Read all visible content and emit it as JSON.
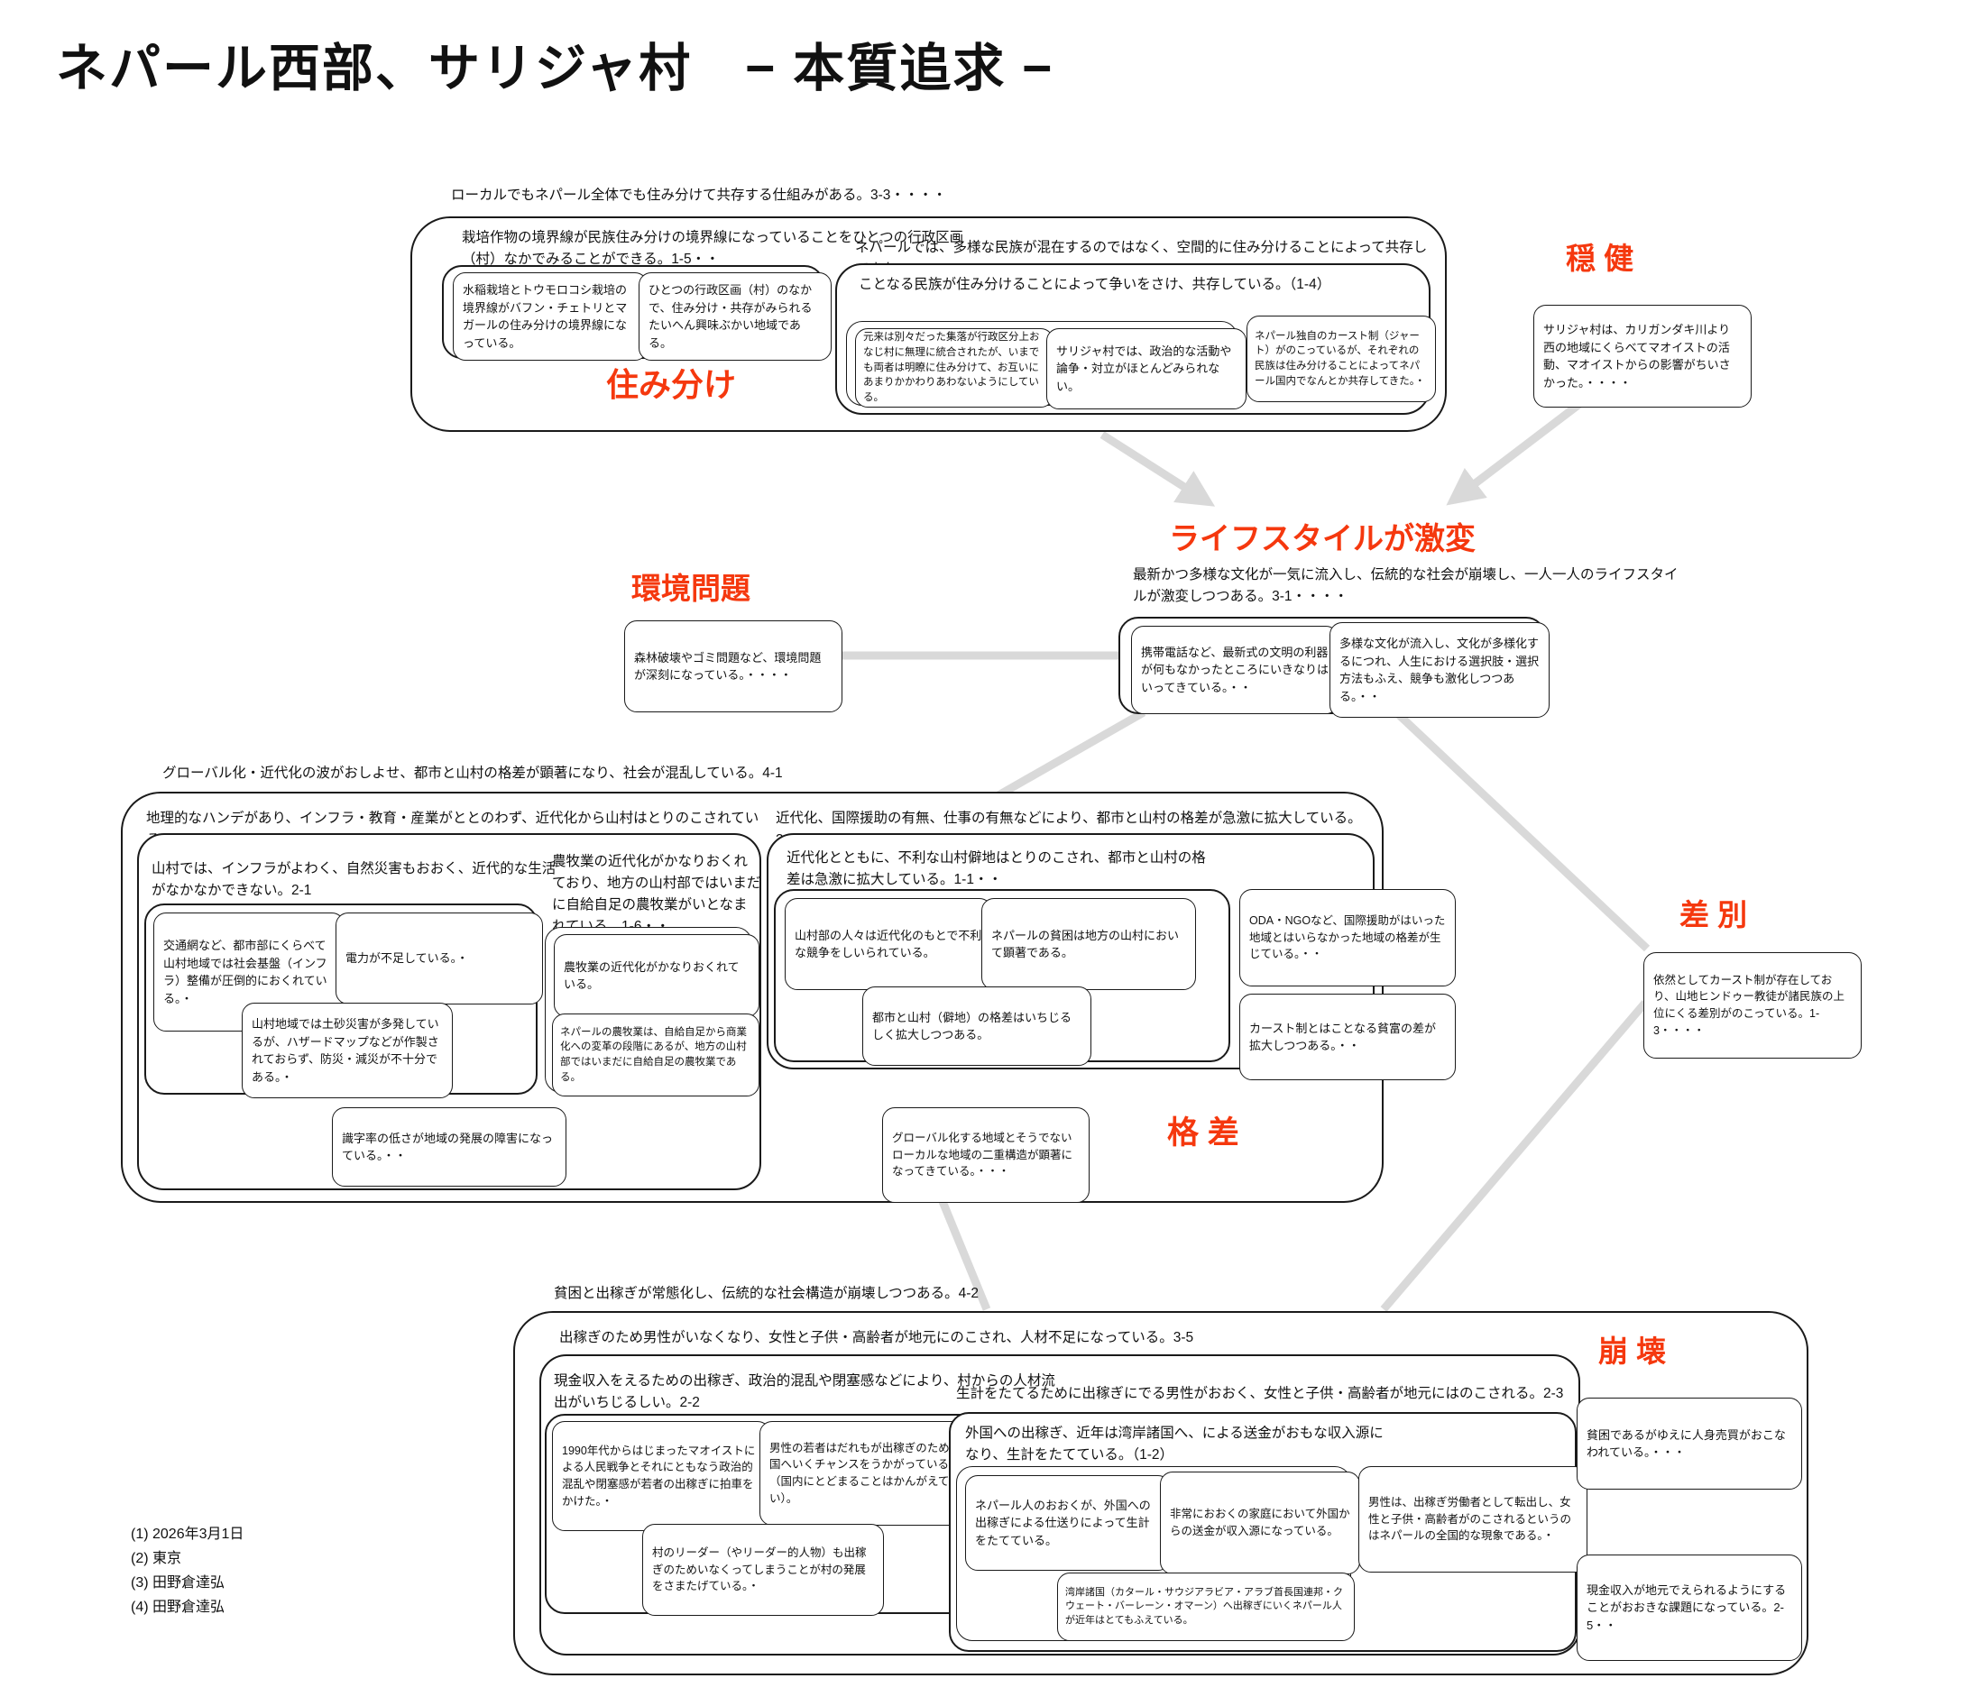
{
  "title": "ネパール西部、サリジャ村　− 本質追求 −",
  "colors": {
    "accent": "#f5380e",
    "connector": "#d9d9d9",
    "border": "#1a1a1a",
    "background": "#ffffff"
  },
  "red_labels": {
    "sumiwake": "住み分け",
    "onken": "穏 健",
    "lifestyle": "ライフスタイルが激変",
    "kankyo": "環境問題",
    "kakusa": "格 差",
    "sabetsu": "差 別",
    "hokai": "崩 壊"
  },
  "coexist": {
    "caption": "ローカルでもネパール全体でも住み分けて共存する仕組みがある。3-3・・・・",
    "crops": {
      "caption": "栽培作物の境界線が民族住み分けの境界線になっていることをひとつの行政区画（村）なかでみることができる。1-5・・",
      "cards": [
        "水稲栽培とトウモロコシ栽培の境界線がバフン・チェトリとマガールの住み分けの境界線になっている。",
        "ひとつの行政区画（村）のなかで、住み分け・共存がみられるたいへん興味ぶかい地域である。"
      ]
    },
    "nepal": {
      "caption": "ネパールでは、多様な民族が混在するのではなく、空間的に住み分けることによって共存してきた。2-4",
      "separation": {
        "caption": "ことなる民族が住み分けることによって争いをさけ、共存している。（1-4）",
        "cards": [
          "元来は別々だった集落が行政区分上おなじ村に無理に統合されたが、いまでも両者は明瞭に住み分けて、お互いにあまりかかわりあわないようにしている。",
          "サリジャ村では、政治的な活動や論争・対立がほとんどみられない。"
        ]
      },
      "caste_card": "ネパール独自のカースト制（ジャート）がのこっているが、それぞれの民族は住み分けることによってネパール国内でなんとか共存してきた。・"
    }
  },
  "moderate": {
    "card": "サリジャ村は、カリガンダキ川より西の地域にくらべてマオイストの活動、マオイストからの影響がちいさかった。・・・・"
  },
  "lifestyle": {
    "caption": "最新かつ多様な文化が一気に流入し、伝統的な社会が崩壊し、一人一人のライフスタイルが激変しつつある。3-1・・・・",
    "cards": [
      "携帯電話など、最新式の文明の利器が何もなかったところにいきなりはいってきている。・・",
      "多様な文化が流入し、文化が多様化するにつれ、人生における選択肢・選択方法もふえ、競争も激化しつつある。・・"
    ]
  },
  "environment": {
    "card": "森林破壊やゴミ問題など、環境問題が深刻になっている。・・・・"
  },
  "gap": {
    "caption": "グローバル化・近代化の波がおしよせ、都市と山村の格差が顕著になり、社会が混乱している。4-1",
    "mountain": {
      "caption": "地理的なハンデがあり、インフラ・教育・産業がととのわず、近代化から山村はとりのこされている。3-4",
      "infra": {
        "caption": "山村では、インフラがよわく、自然災害もおおく、近代的な生活がなかなかできない。2-1",
        "cards": [
          "交通網など、都市部にくらべて山村地域では社会基盤（インフラ）整備が圧倒的におくれている。・",
          "電力が不足している。・",
          "山村地域では土砂災害が多発しているが、ハザードマップなどが作製されておらず、防災・減災が不十分である。・"
        ]
      },
      "agri": {
        "caption": "農牧業の近代化がかなりおくれており、地方の山村部ではいまだに自給自足の農牧業がいとなまれている。1-6・・",
        "cards": [
          "農牧業の近代化がかなりおくれている。",
          "ネパールの農牧業は、自給自足から商業化への変革の段階にあるが、地方の山村部ではいまだに自給自足の農牧業である。"
        ]
      },
      "literacy_card": "識字率の低さが地域の発展の障害になっている。・・"
    },
    "widening": {
      "caption": "近代化、国際援助の有無、仕事の有無などにより、都市と山村の格差が急激に拡大している。3-2",
      "expanding": {
        "caption": "近代化とともに、不利な山村僻地はとりのこされ、都市と山村の格差は急激に拡大している。1-1・・",
        "cards": [
          "山村部の人々は近代化のもとで不利な競争をしいられている。",
          "ネパールの貧困は地方の山村において顕著である。",
          "都市と山村（僻地）の格差はいちじるしく拡大しつつある。"
        ]
      },
      "oda_card": "ODA・NGOなど、国際援助がはいった地域とはいらなかった地域の格差が生じている。・・",
      "caste_gap_card": "カースト制とはことなる貧富の差が拡大しつつある。・・"
    },
    "dual_structure_card": "グローバル化する地域とそうでないローカルな地域の二重構造が顕著になってきている。・・・"
  },
  "discrimination": {
    "card": "依然としてカースト制が存在しており、山地ヒンドゥー教徒が諸民族の上位にくる差別がのこっている。1-3・・・・"
  },
  "collapse": {
    "caption": "貧困と出稼ぎが常態化し、伝統的な社会構造が崩壊しつつある。4-2",
    "left_behind": {
      "caption": "出稼ぎのため男性がいなくなり、女性と子供・高齢者が地元にのこされ、人材不足になっている。3-5",
      "drain": {
        "caption": "現金収入をえるための出稼ぎ、政治的混乱や閉塞感などにより、村からの人材流出がいちじるしい。2-2",
        "cards": [
          "1990年代からはじまったマオイストによる人民戦争とそれにともなう政治的混乱や閉塞感が若者の出稼ぎに拍車をかけた。・",
          "男性の若者はだれもが出稼ぎのために外国へいくチャンスをうかがっているの（国内にとどまることはかんがえていない）。",
          "村のリーダー（やリーダー的人物）も出稼ぎのためいなくってしまうことが村の発展をさまたげている。・"
        ]
      },
      "livelihood": {
        "caption": "生計をたてるために出稼ぎにでる男性がおおく、女性と子供・高齢者が地元にはのこされる。2-3",
        "remittance": {
          "caption": "外国への出稼ぎ、近年は湾岸諸国へ、による送金がおもな収入源になり、生計をたてている。（1-2）",
          "cards": [
            "ネパール人のおおくが、外国への出稼ぎによる仕送りによって生計をたてている。",
            "非常におおくの家庭において外国からの送金が収入源になっている。",
            "湾岸諸国（カタール・サウジアラビア・アラブ首長国連邦・クウェート・バーレーン・オマーン）へ出稼ぎにいくネパール人が近年はとてもふえている。"
          ]
        },
        "men_card": "男性は、出稼ぎ労働者として転出し、女性と子供・高齢者がのこされるというのはネパールの全国的な現象である。・"
      }
    },
    "trafficking_card": "貧困であるがゆえに人身売買がおこなわれている。・・・",
    "cash_income_card": "現金収入が地元でえられるようにすることがおおきな課題になっている。2-5・・"
  },
  "footnotes": [
    "(1) 2026年3月1日",
    "(2) 東京",
    "(3) 田野倉達弘",
    "(4) 田野倉達弘"
  ]
}
